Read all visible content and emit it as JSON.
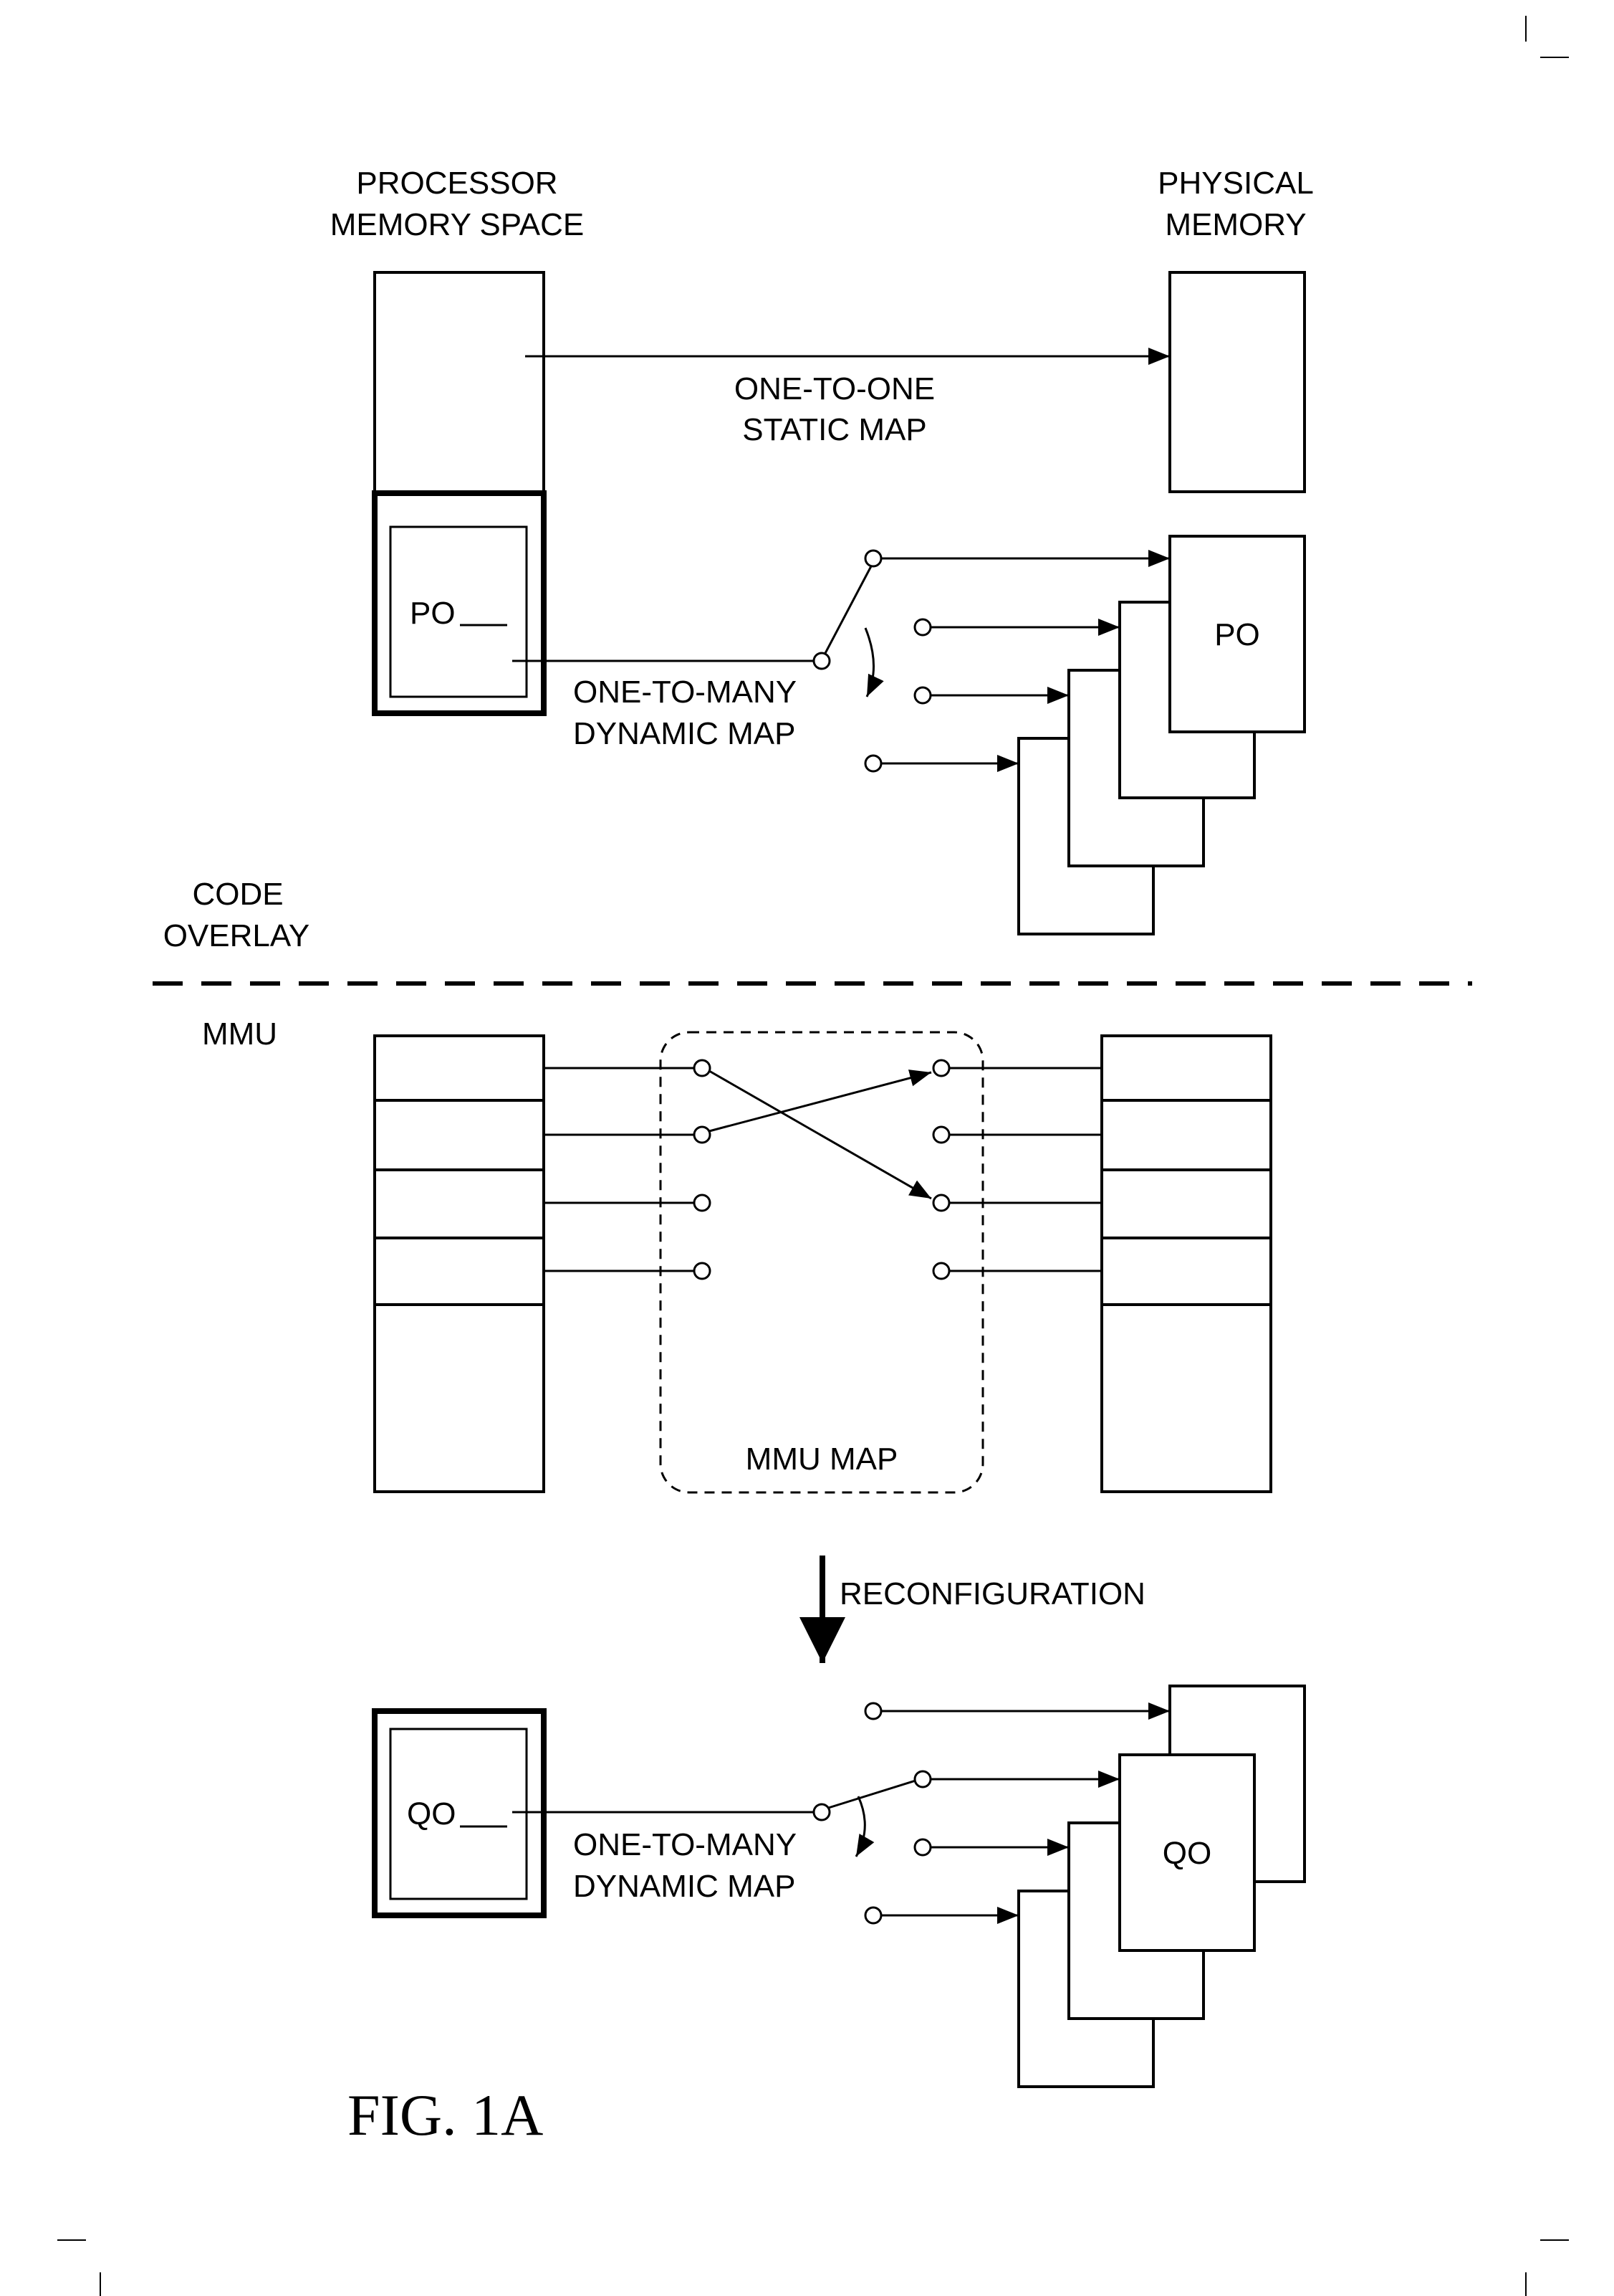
{
  "labels": {
    "processor_memory_space": [
      "PROCESSOR",
      "MEMORY SPACE"
    ],
    "physical_memory": [
      "PHYSICAL",
      "MEMORY"
    ],
    "one_to_one": [
      "ONE-TO-ONE",
      "STATIC MAP"
    ],
    "one_to_many_top": [
      "ONE-TO-MANY",
      "DYNAMIC MAP"
    ],
    "one_to_many_bottom": [
      "ONE-TO-MANY",
      "DYNAMIC MAP"
    ],
    "po_processor": "PO",
    "po_physical": "PO",
    "code_overlay": [
      "CODE",
      "OVERLAY"
    ],
    "mmu": "MMU",
    "mmu_map": "MMU MAP",
    "reconfiguration": "RECONFIGURATION",
    "qo_processor": "QO",
    "qo_physical": "QO",
    "figure_caption": "FIG. 1A"
  }
}
